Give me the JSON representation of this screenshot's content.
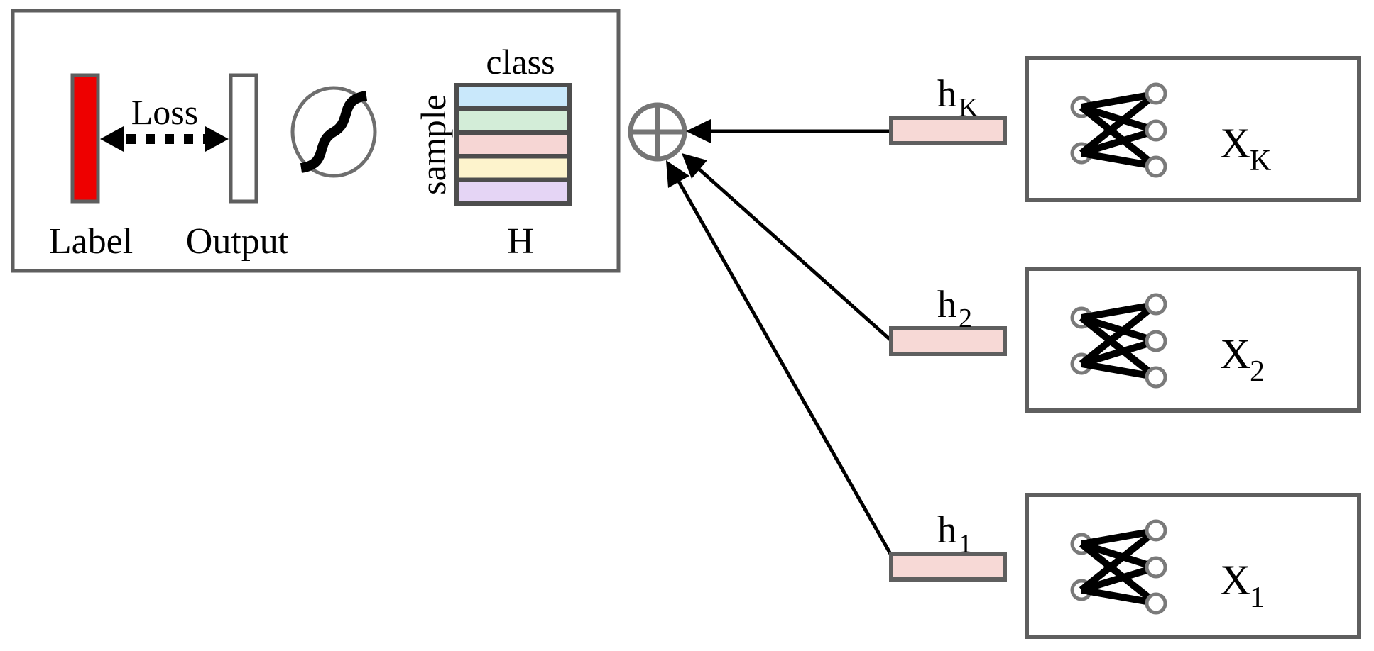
{
  "figure": {
    "left_panel": {
      "label_bar_text": "Label",
      "output_bar_text": "Output",
      "loss_text": "Loss",
      "label_bar_color": "#ee0000",
      "output_bar_color": "#ffffff",
      "matrix_title": "H",
      "matrix_col_axis": "class",
      "matrix_row_axis": "sample",
      "matrix_row_colors": [
        "#c9e8fb",
        "#d3edd8",
        "#f6d6d4",
        "#fdf3cc",
        "#e5d5f5"
      ]
    },
    "aggregator_symbol": "⊕",
    "views": [
      {
        "h_base": "h",
        "h_sub": "K",
        "x_base": "X",
        "x_sub": "K"
      },
      {
        "h_base": "h",
        "h_sub": "2",
        "x_base": "X",
        "x_sub": "2"
      },
      {
        "h_base": "h",
        "h_sub": "1",
        "x_base": "X",
        "x_sub": "1"
      }
    ],
    "graph_icon": {
      "left_nodes": 2,
      "right_nodes": 3
    },
    "colors": {
      "h_bar_pink": "#f7d9d6",
      "outline_gray": "#5f5f5f",
      "node_gray": "#7a7a7a",
      "matrix_grid_gray": "#4d4d4d",
      "arrow_black": "#000000"
    }
  }
}
